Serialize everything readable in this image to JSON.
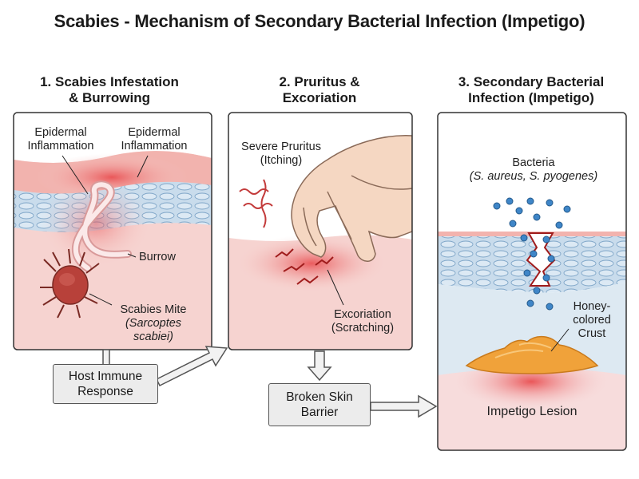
{
  "title": "Scabies - Mechanism of Secondary Bacterial Infection (Impetigo)",
  "panels": [
    {
      "heading_line1": "1. Scabies Infestation",
      "heading_line2": "& Burrowing",
      "labels": {
        "epidermal_inflammation_left_1": "Epidermal",
        "epidermal_inflammation_left_2": "Inflammation",
        "epidermal_inflammation_right_1": "Epidermal",
        "epidermal_inflammation_right_2": "Inflammation",
        "burrow": "Burrow",
        "mite_1": "Scabies Mite",
        "mite_2": "(Sarcoptes",
        "mite_3": "scabiei)"
      }
    },
    {
      "heading_line1": "2. Pruritus &",
      "heading_line2": "Excoriation",
      "labels": {
        "pruritus_1": "Severe Pruritus",
        "pruritus_2": "(Itching)",
        "excoriation_1": "Excoriation",
        "excoriation_2": "(Scratching)"
      }
    },
    {
      "heading_line1": "3. Secondary Bacterial",
      "heading_line2": "Infection (Impetigo)",
      "labels": {
        "bacteria_1": "Bacteria",
        "bacteria_2": "(S. aureus, S. pyogenes)",
        "crust_1": "Honey-",
        "crust_2": "colored",
        "crust_3": "Crust",
        "lesion": "Impetigo Lesion"
      }
    }
  ],
  "flow_boxes": {
    "host_immune_1": "Host Immune",
    "host_immune_2": "Response",
    "broken_skin_1": "Broken Skin",
    "broken_skin_2": "Barrier"
  },
  "colors": {
    "skin_pink": "#f6d3d0",
    "inflamed_red": "#e8474a",
    "epidermis_blue": "#c9dcec",
    "bacteria_blue": "#3f86c8",
    "crust_orange": "#f0a23a",
    "mite_red": "#b8413a"
  }
}
